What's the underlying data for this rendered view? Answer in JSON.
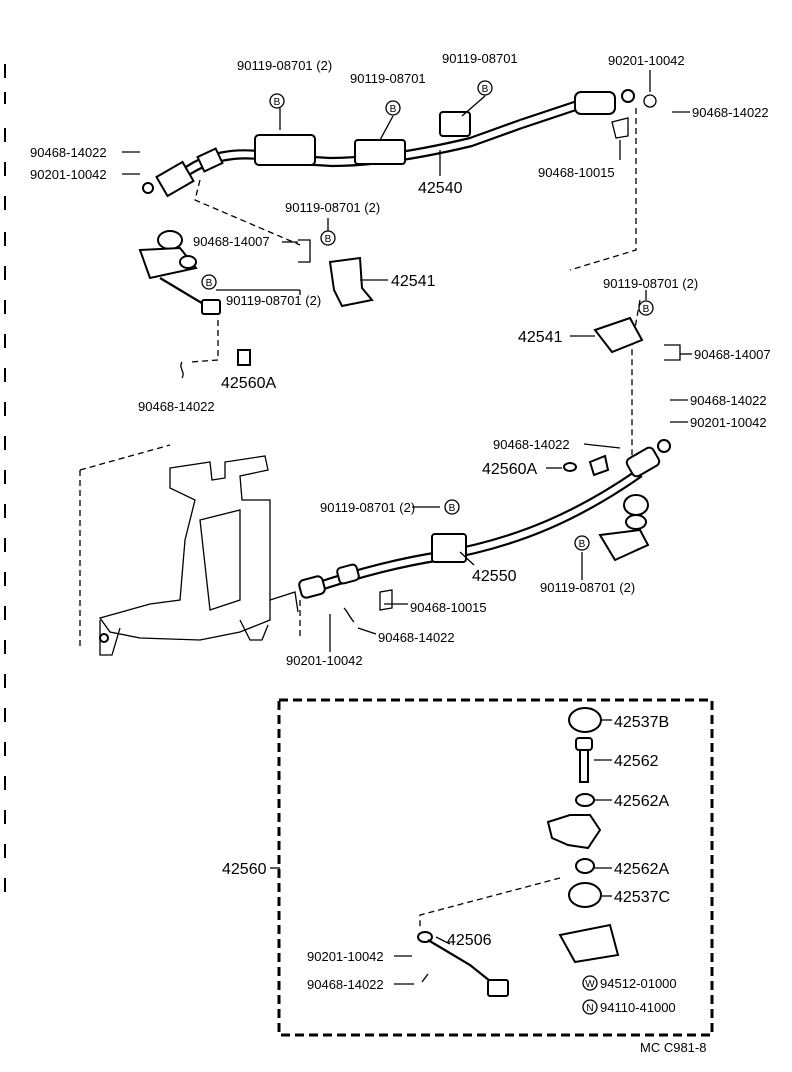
{
  "title": "",
  "labels": {
    "l01": "90119-08701 (2)",
    "l02": "90119-08701",
    "l03": "90119-08701",
    "l04": "90201-10042",
    "l05": "90468-14022",
    "l06": "90468-14022",
    "l07": "90201-10042",
    "l08": "42540",
    "l09": "90468-10015",
    "l10": "90119-08701 (2)",
    "l11": "90468-14007",
    "l12": "42541",
    "l13": "90119-08701 (2)",
    "l14": "42560A",
    "l15": "90468-14022",
    "l16": "90119-08701 (2)",
    "l17": "42541",
    "l18": "90468-14007",
    "l19": "90468-14022",
    "l20": "90201-10042",
    "l21": "90468-14022",
    "l22": "42560A",
    "l23": "90119-08701 (2)",
    "l24": "42550",
    "l25": "90119-08701 (2)",
    "l26": "90468-10015",
    "l27": "90468-14022",
    "l28": "90201-10042",
    "l29": "42537B",
    "l30": "42562",
    "l31": "42562A",
    "l32": "42562A",
    "l33": "42537C",
    "l34": "42560",
    "l35": "42506",
    "l36": "90201-10042",
    "l37": "90468-14022",
    "l38": "94512-01000",
    "l39": "94110-41000",
    "code": "MC  C981-8"
  },
  "badges": {
    "b": "B",
    "w": "W",
    "n": "N"
  }
}
